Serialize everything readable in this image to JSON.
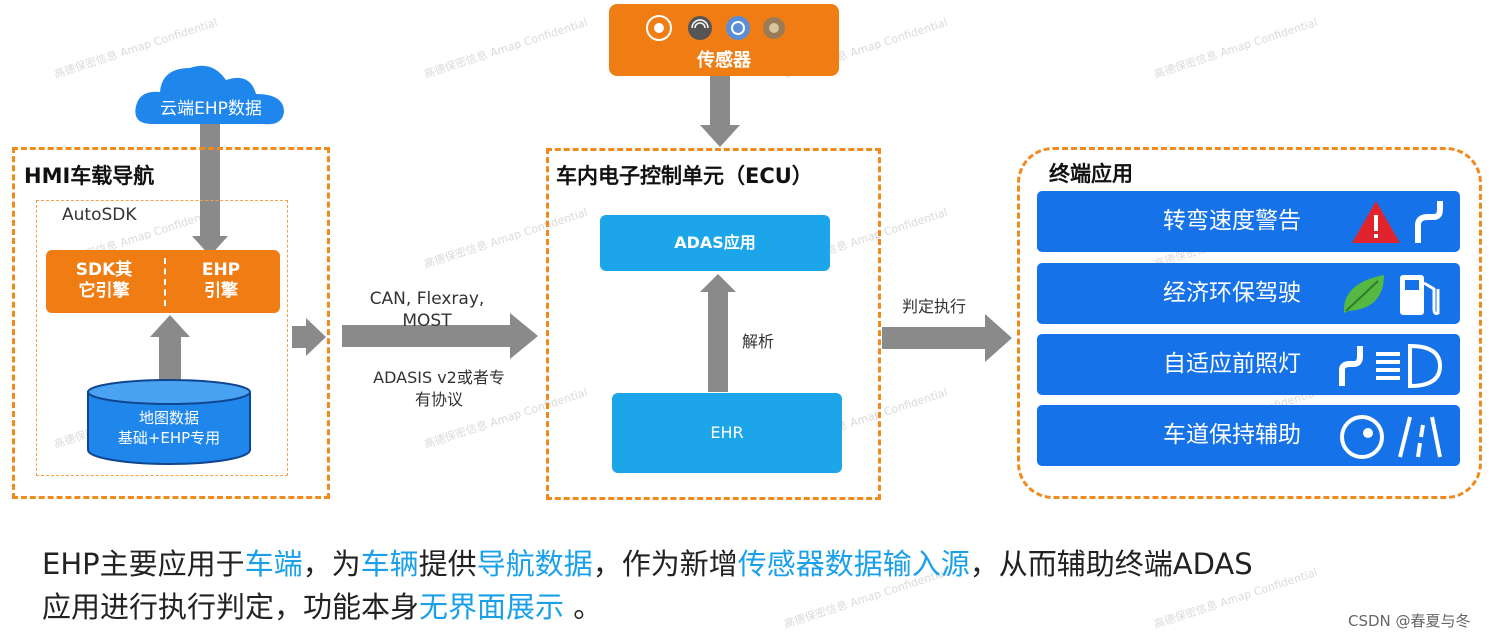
{
  "sensor": {
    "label": "传感器"
  },
  "cloud": {
    "label": "云端EHP数据"
  },
  "hmi": {
    "title": "HMI车载导航",
    "sdk_label": "AutoSDK",
    "sdk_other": [
      "SDK其",
      "它引擎"
    ],
    "ehp_engine": [
      "EHP",
      "引擎"
    ],
    "map_db": [
      "地图数据",
      "基础+EHP专用"
    ]
  },
  "link": {
    "proto_line1": "CAN, Flexray,",
    "proto_line2": "MOST",
    "adasis_line1": "ADASIS v2或者专",
    "adasis_line2": "有协议"
  },
  "ecu": {
    "title": "车内电子控制单元（ECU）",
    "adas": "ADAS应用",
    "parse": "解析",
    "ehr": "EHR"
  },
  "judge": {
    "label": "判定执行"
  },
  "terminal": {
    "title": "终端应用",
    "apps": [
      {
        "label": "转弯速度警告",
        "icon": "warning-curve-icon"
      },
      {
        "label": "经济环保驾驶",
        "icon": "leaf-fuel-icon"
      },
      {
        "label": "自适应前照灯",
        "icon": "headlight-icon"
      },
      {
        "label": "车道保持辅助",
        "icon": "lane-keep-icon"
      }
    ]
  },
  "caption": {
    "line1": [
      {
        "text": "EHP主要应用于",
        "hl": false
      },
      {
        "text": "车端",
        "hl": true
      },
      {
        "text": "，为",
        "hl": false
      },
      {
        "text": "车辆",
        "hl": true
      },
      {
        "text": "提供",
        "hl": false
      },
      {
        "text": "导航数据",
        "hl": true
      },
      {
        "text": "，作为新增",
        "hl": false
      },
      {
        "text": "传感器数据输入源",
        "hl": true
      },
      {
        "text": "，从而辅助终端ADAS",
        "hl": false
      }
    ],
    "line2": [
      {
        "text": "应用进行执行判定，功能本身",
        "hl": false
      },
      {
        "text": "无界面展示",
        "hl": true
      },
      {
        "text": " 。",
        "hl": false
      }
    ]
  },
  "watermark": "高德保密信息 Amap Confidential",
  "credit": "CSDN @春夏与冬",
  "colors": {
    "orange": "#f07d14",
    "blue": "#1572e8",
    "cyan": "#1da5ea",
    "highlight": "#1aa0e8",
    "arrow": "#8a8a8a"
  }
}
